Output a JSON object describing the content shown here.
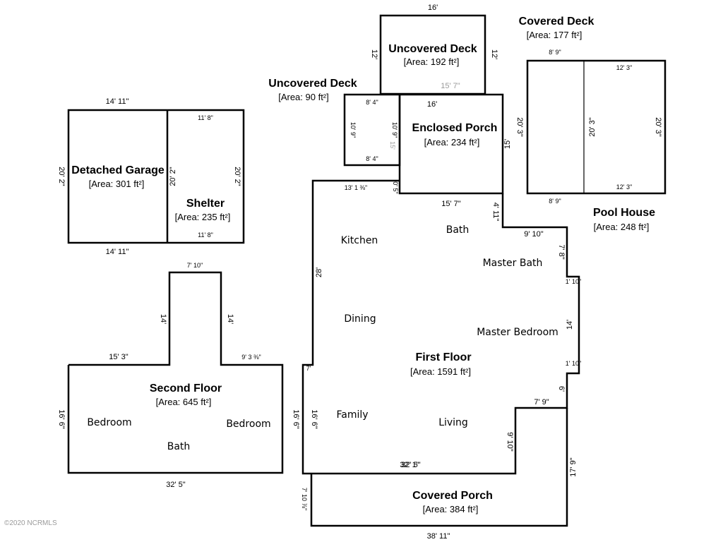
{
  "areas": {
    "uncovered_deck_top": {
      "title": "Uncovered Deck",
      "area": "[Area: 192 ft²]"
    },
    "uncovered_deck_small": {
      "title": "Uncovered Deck",
      "area": "[Area: 90 ft²]"
    },
    "covered_deck": {
      "title": "Covered Deck",
      "area": "[Area: 177 ft²]"
    },
    "enclosed_porch": {
      "title": "Enclosed Porch",
      "area": "[Area: 234 ft²]"
    },
    "detached_garage": {
      "title": "Detached Garage",
      "area": "[Area: 301 ft²]"
    },
    "shelter": {
      "title": "Shelter",
      "area": "[Area: 235 ft²]"
    },
    "pool_house": {
      "title": "Pool House",
      "area": "[Area: 248 ft²]"
    },
    "first_floor": {
      "title": "First Floor",
      "area": "[Area: 1591 ft²]"
    },
    "second_floor": {
      "title": "Second Floor",
      "area": "[Area: 645 ft²]"
    },
    "covered_porch": {
      "title": "Covered Porch",
      "area": "[Area: 384 ft²]"
    }
  },
  "rooms": {
    "kitchen": "Kitchen",
    "bath_first": "Bath",
    "master_bath": "Master Bath",
    "dining": "Dining",
    "master_bedroom": "Master Bedroom",
    "family": "Family",
    "living": "Living",
    "bedroom_left": "Bedroom",
    "bedroom_right": "Bedroom",
    "bath_second": "Bath"
  },
  "dimensions": {
    "deck_top_width": "16'",
    "deck_top_left": "12'",
    "deck_top_right": "12'",
    "deck_top_inner": "15' 7\"",
    "porch_top": "16'",
    "porch_right": "15'",
    "porch_bottom": "15' 7\"",
    "small_deck_top": "8' 4\"",
    "small_deck_bottom": "8' 4\"",
    "small_deck_left": "10' 9\"",
    "small_deck_right": "10' 9\"",
    "small_deck_faint": "15'",
    "garage_top": "14' 11\"",
    "garage_bottom": "14' 11\"",
    "garage_left": "20' 2\"",
    "garage_divider": "20' 2\"",
    "shelter_top": "11' 8\"",
    "shelter_bottom": "11' 8\"",
    "shelter_right": "20' 2\"",
    "pool_top": "8' 9\"",
    "pool_bottom": "8' 9\"",
    "pool_top_right": "12' 3\"",
    "pool_bottom_right": "12' 3\"",
    "pool_left": "20' 3\"",
    "pool_mid": "20' 3\"",
    "pool_right": "20' 3\"",
    "ff_top": "13' 1 ⅜\"",
    "ff_small": "0' 5\"",
    "ff_left": "28'",
    "ff_step1_v": "4' 11\"",
    "ff_step1_h": "9' 10\"",
    "ff_step2_v": "7' 8\"",
    "ff_step3_h": "1' 10\"",
    "ff_right": "14'",
    "ff_step4_h": "1' 10\"",
    "ff_step5_v": "6'",
    "ff_step6_h": "7' 9\"",
    "ff_inner_v": "9' 10\"",
    "ff_bottom": "32' 5\"",
    "ff_bottom_overlap": "32' 1\"",
    "ff_left_lower": "16' 6\"",
    "ff_left_lower_inside": "16' 6\"",
    "ff_small_7": "7'",
    "sf_tower_top": "7' 10\"",
    "sf_tower_left": "14'",
    "sf_tower_right": "14'",
    "sf_top_left": "15' 3\"",
    "sf_top_right": "9' 3 ⅜\"",
    "sf_left": "16' 6\"",
    "sf_bottom": "32' 5\"",
    "cp_left": "7' 10 ⅞\"",
    "cp_right": "17' 9\"",
    "cp_bottom": "38' 11\""
  },
  "copyright": "©2020 NCRMLS"
}
